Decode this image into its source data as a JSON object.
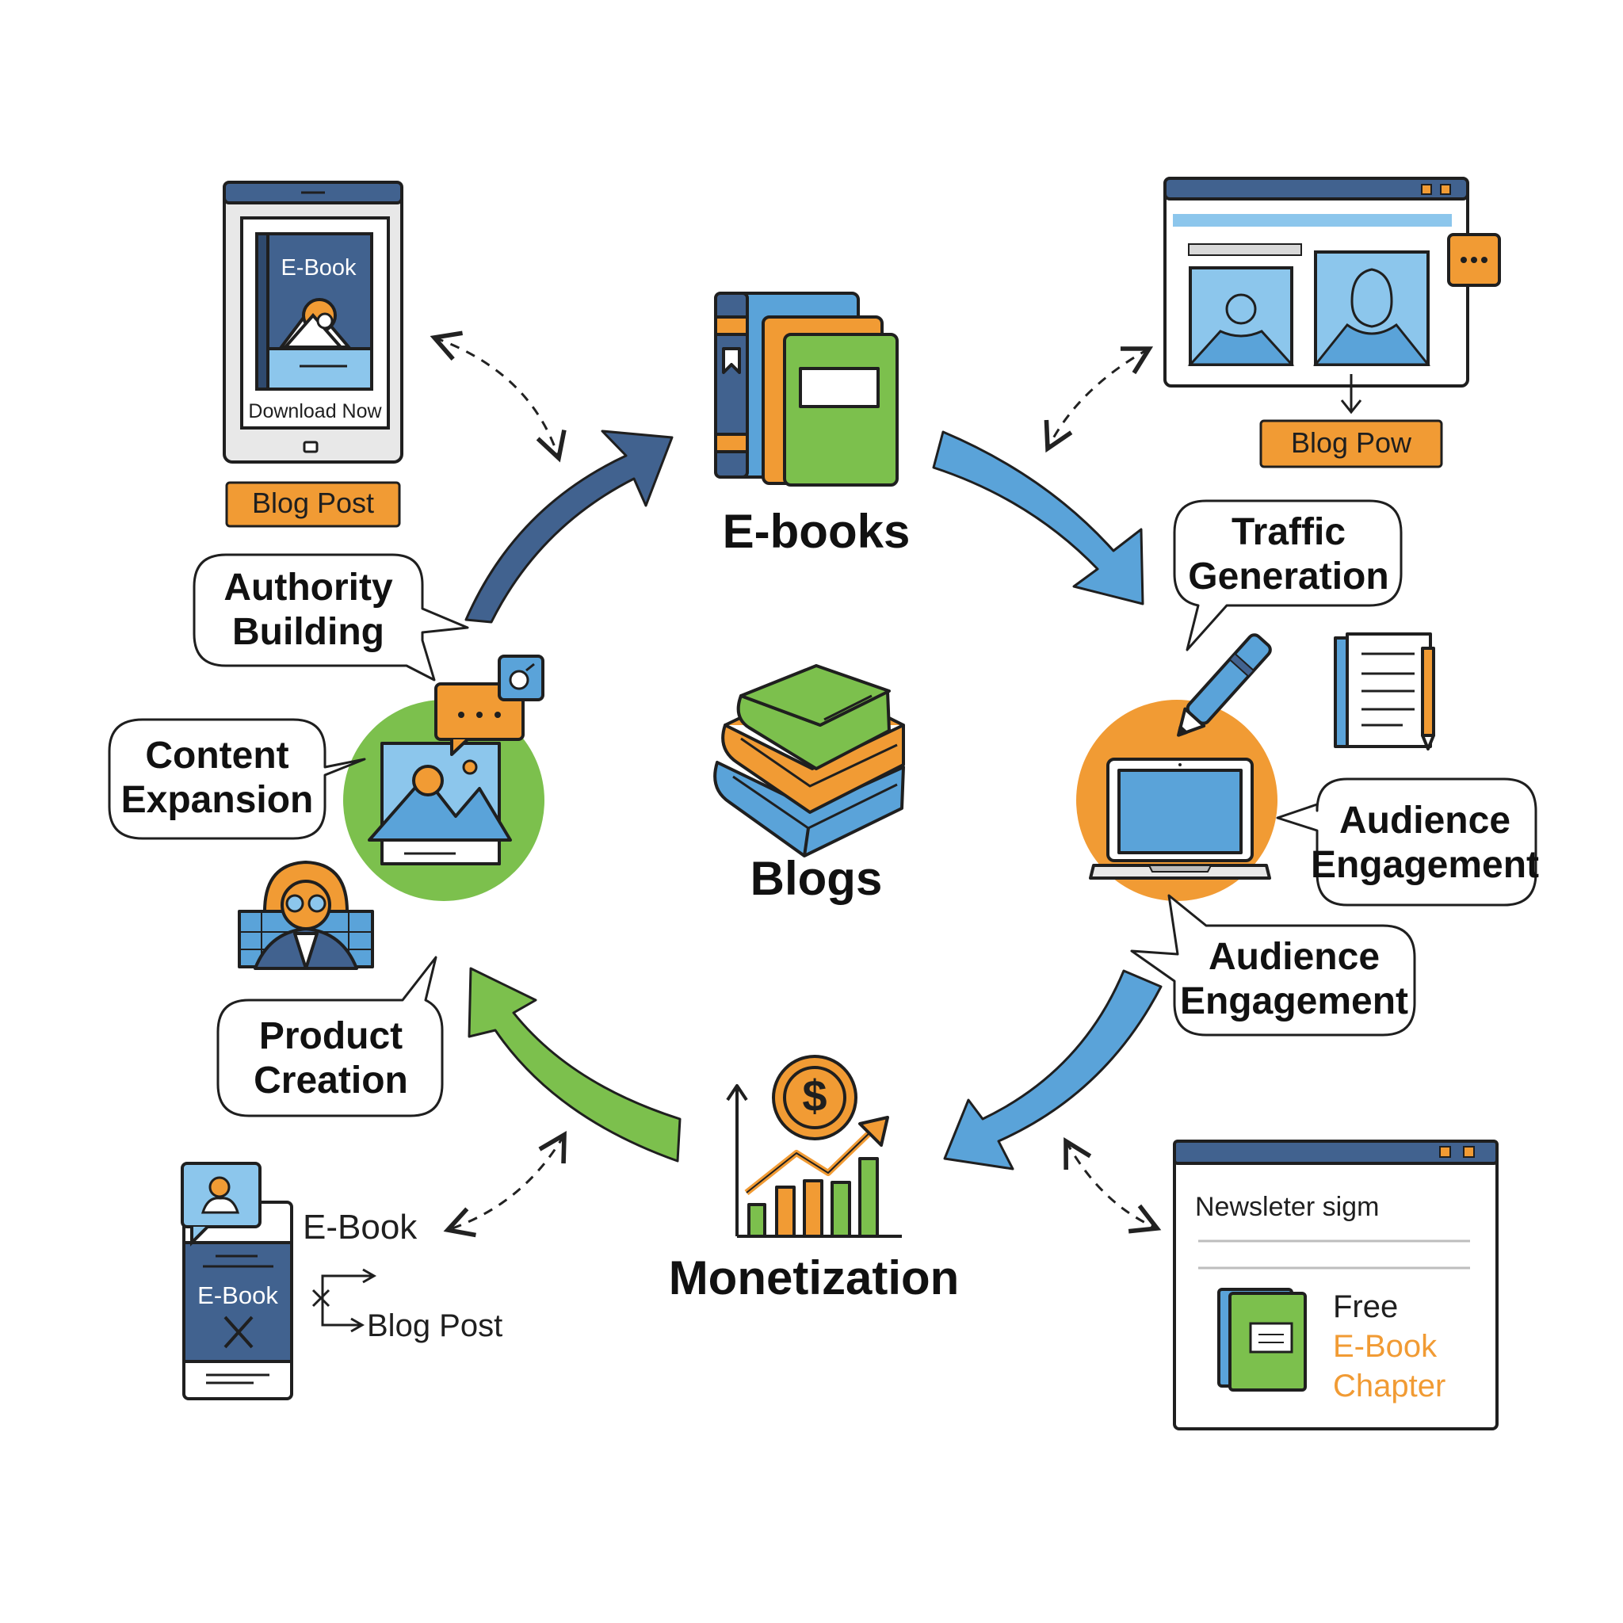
{
  "hub": {
    "center_label": "Blogs",
    "top_label": "E-books",
    "bottom_label": "Monetization"
  },
  "bubbles": {
    "authority": [
      "Authority",
      "Building"
    ],
    "content": [
      "Content",
      "Expansion"
    ],
    "product": [
      "Product",
      "Creation"
    ],
    "traffic": [
      "Traffic",
      "Generation"
    ],
    "engagement_right": [
      "Audience",
      "Engagement"
    ],
    "engagement_lower": [
      "Audience",
      "Engagement"
    ]
  },
  "tablet": {
    "cover_title": "E-Book",
    "cta": "Download Now",
    "tag": "Blog Post"
  },
  "browser_top_right": {
    "tag": "Blog Pow"
  },
  "newsletter": {
    "heading": "Newsleter sigm",
    "line1": "Free",
    "line2": "E-Book",
    "line3": "Chapter"
  },
  "phone_bottom_left": {
    "cover_title": "E-Book",
    "side_label": "E-Book",
    "link_label": "Blog Post"
  },
  "icons": {
    "coin_symbol": "$"
  },
  "colors": {
    "navy": "#41628f",
    "blue": "#5aa3d9",
    "light_blue": "#8cc6ec",
    "green": "#7cc04d",
    "orange": "#f19b34",
    "outline": "#1f1f1f"
  }
}
